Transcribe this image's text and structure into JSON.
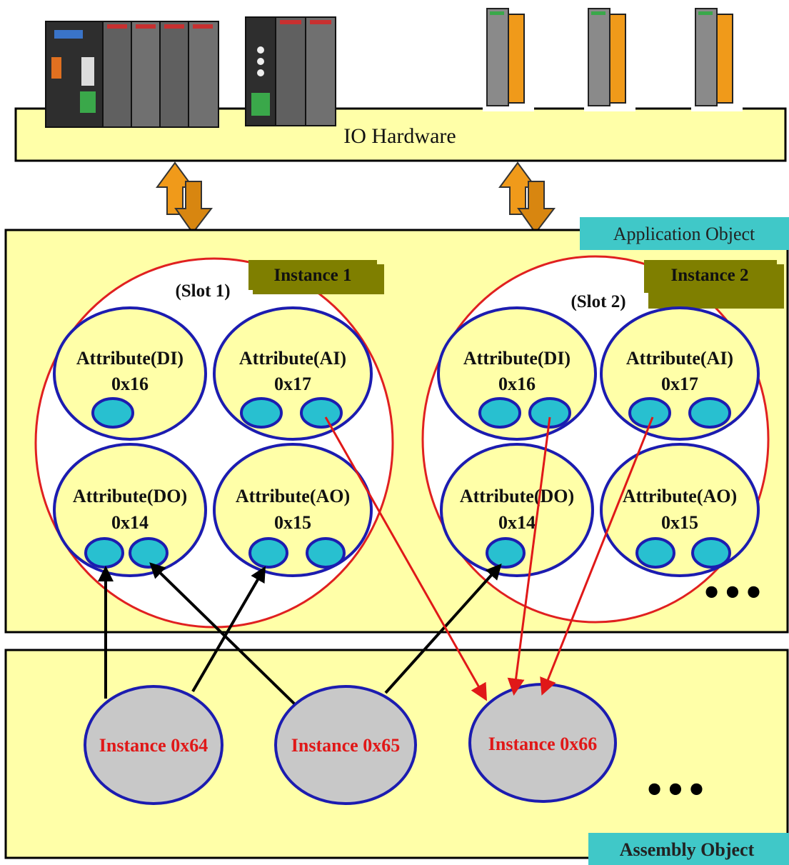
{
  "io_hardware": {
    "label": "IO Hardware"
  },
  "application_object": {
    "label": "Application Object"
  },
  "assembly_object": {
    "label": "Assembly Object"
  },
  "instances": [
    {
      "badge": "Instance 1",
      "slot": "(Slot 1)",
      "attributes": [
        {
          "name": "Attribute(DI)",
          "code": "0x16"
        },
        {
          "name": "Attribute(AI)",
          "code": "0x17"
        },
        {
          "name": "Attribute(DO)",
          "code": "0x14"
        },
        {
          "name": "Attribute(AO)",
          "code": "0x15"
        }
      ]
    },
    {
      "badge": "Instance 2",
      "slot": "(Slot 2)",
      "attributes": [
        {
          "name": "Attribute(DI)",
          "code": "0x16"
        },
        {
          "name": "Attribute(AI)",
          "code": "0x17"
        },
        {
          "name": "Attribute(DO)",
          "code": "0x14"
        },
        {
          "name": "Attribute(AO)",
          "code": "0x15"
        }
      ]
    }
  ],
  "assembly_instances": [
    "Instance 0x64",
    "Instance 0x65",
    "Instance 0x66"
  ],
  "ellipsis": "•••",
  "colors": {
    "panel_fill": "#ffffa8",
    "teal_label": "#40c8c8",
    "olive_badge": "#7f7f00",
    "red_ring": "#e02020",
    "blue_ring": "#1c1cb0",
    "port_fill": "#28c0d0",
    "assembly_fill": "#c8c8c8",
    "assembly_text": "#e01818",
    "arrow_orange": "#f09a1a"
  }
}
